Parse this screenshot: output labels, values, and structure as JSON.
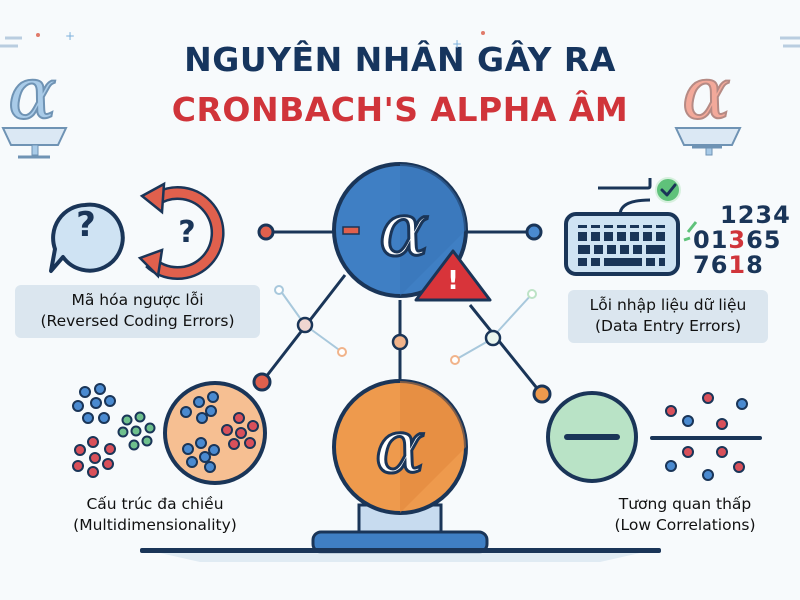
{
  "title": {
    "line1": "NGUYÊN NHÂN GÂY RA",
    "line2": "CRONBACH'S ALPHA ÂM"
  },
  "center": {
    "top_symbol": "-α",
    "bottom_symbol": "α",
    "warning_glyph": "!"
  },
  "decor": {
    "left_alpha": "α",
    "right_alpha": "α"
  },
  "causes": [
    {
      "id": "reversed-coding",
      "label_vi": "Mã hóa ngược lỗi",
      "label_en": "(Reversed Coding Errors)",
      "icon": "question-bubble-and-reverse-arrow-icon"
    },
    {
      "id": "data-entry",
      "label_vi": "Lỗi nhập liệu dữ liệu",
      "label_en": "(Data Entry Errors)",
      "icon": "keyboard-icon"
    },
    {
      "id": "multidimensionality",
      "label_vi": "Cấu trúc đa chiều",
      "label_en": "(Multidimensionality)",
      "icon": "clusters-icon"
    },
    {
      "id": "low-correlations",
      "label_vi": "Tương quan thấp",
      "label_en": "(Low Correlations)",
      "icon": "minus-circle-icon"
    }
  ],
  "data_entry_digits": {
    "row1": "1234",
    "row2_a": "01",
    "row2_red": "3",
    "row2_b": "65",
    "row3_a": "76",
    "row3_red": "1",
    "row3_b": "8"
  },
  "question_mark": "?",
  "colors": {
    "navy": "#16355e",
    "red": "#d0343a",
    "blue": "#3f7fc4",
    "orange": "#ee9a4d",
    "green": "#b9e3c6",
    "peach": "#f6bf92"
  }
}
